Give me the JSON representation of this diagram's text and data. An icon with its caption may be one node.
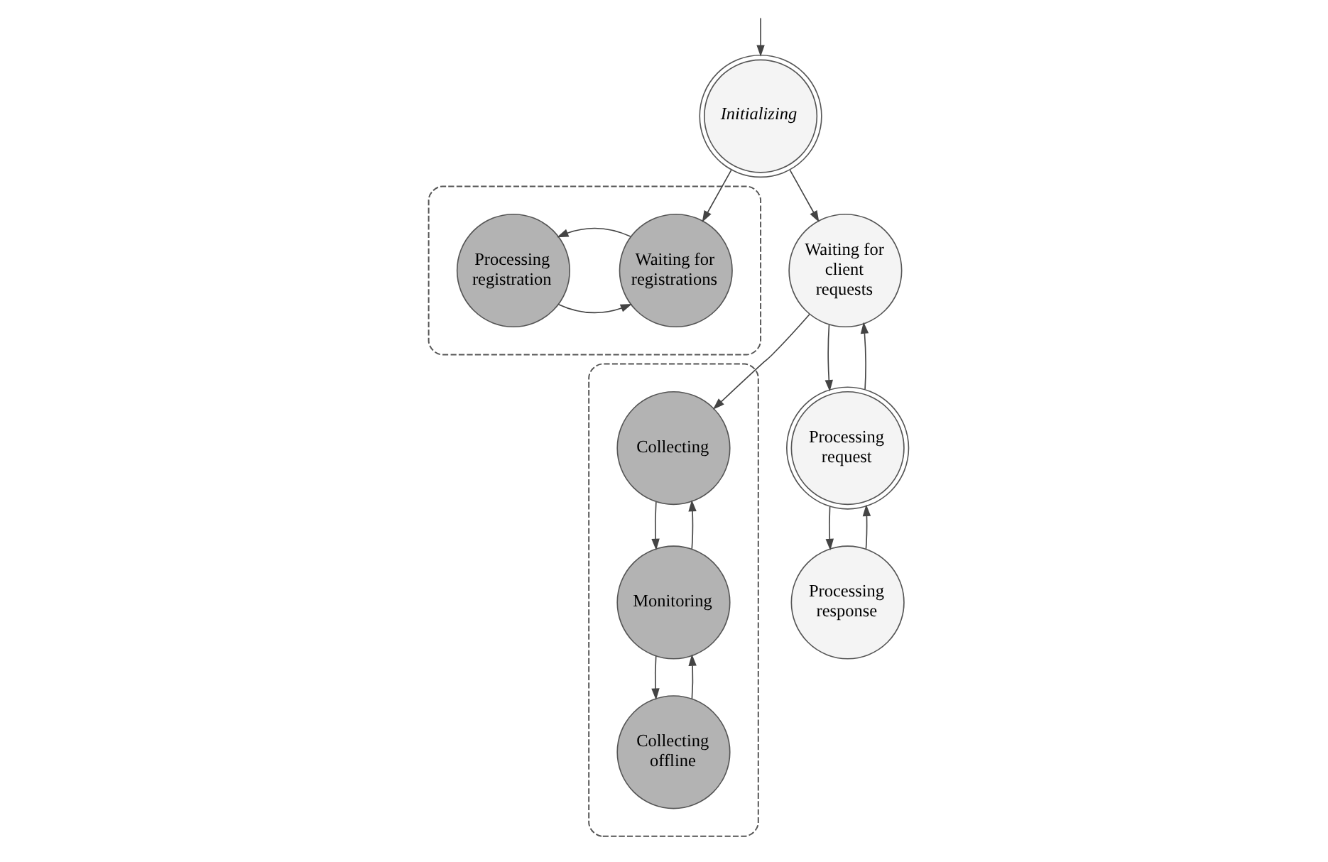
{
  "diagram": {
    "nodes": [
      {
        "text": [
          "Initializing"
        ]
      },
      {
        "text": [],
        "shape": "ellipse"
      },
      {
        "text": [
          "Processing registration"
        ],
        "in": 1
      },
      {
        "text": [
          "Waiting for registrations"
        ],
        "in": 1
      },
      {
        "text": [
          "Waiting for client requests"
        ]
      },
      {
        "text": [
          "Processing request"
        ]
      },
      {
        "text": [
          "Processing response"
        ]
      },
      {
        "text": [],
        "shape": "ellipse"
      },
      {
        "text": [
          "Collecting"
        ],
        "in": 7
      },
      {
        "text": [
          "Monitoring"
        ],
        "in": 7
      },
      {
        "text": [
          "Collecting offline"
        ],
        "in": 7
      }
    ],
    "edges": [
      {
        "from": null,
        "to": 0,
        "arrow": "to"
      },
      {
        "from": 0,
        "to": 3,
        "arrow": "to"
      },
      {
        "from": 0,
        "to": 4,
        "arrow": "to"
      },
      {
        "from": 2,
        "to": 3,
        "arrow": "to"
      },
      {
        "from": 3,
        "to": 2,
        "arrow": "to"
      },
      {
        "from": 4,
        "to": 5,
        "arrow": "to"
      },
      {
        "from": 5,
        "to": 4,
        "arrow": "to"
      },
      {
        "from": 5,
        "to": 6,
        "arrow": "to"
      },
      {
        "from": 6,
        "to": 5,
        "arrow": "to"
      },
      {
        "from": 4,
        "to": 8,
        "arrow": "to"
      },
      {
        "from": 8,
        "to": 9,
        "arrow": "to"
      },
      {
        "from": 9,
        "to": 8,
        "arrow": "to"
      },
      {
        "from": 9,
        "to": 10,
        "arrow": "to"
      },
      {
        "from": 10,
        "to": 9,
        "arrow": "to"
      }
    ]
  }
}
